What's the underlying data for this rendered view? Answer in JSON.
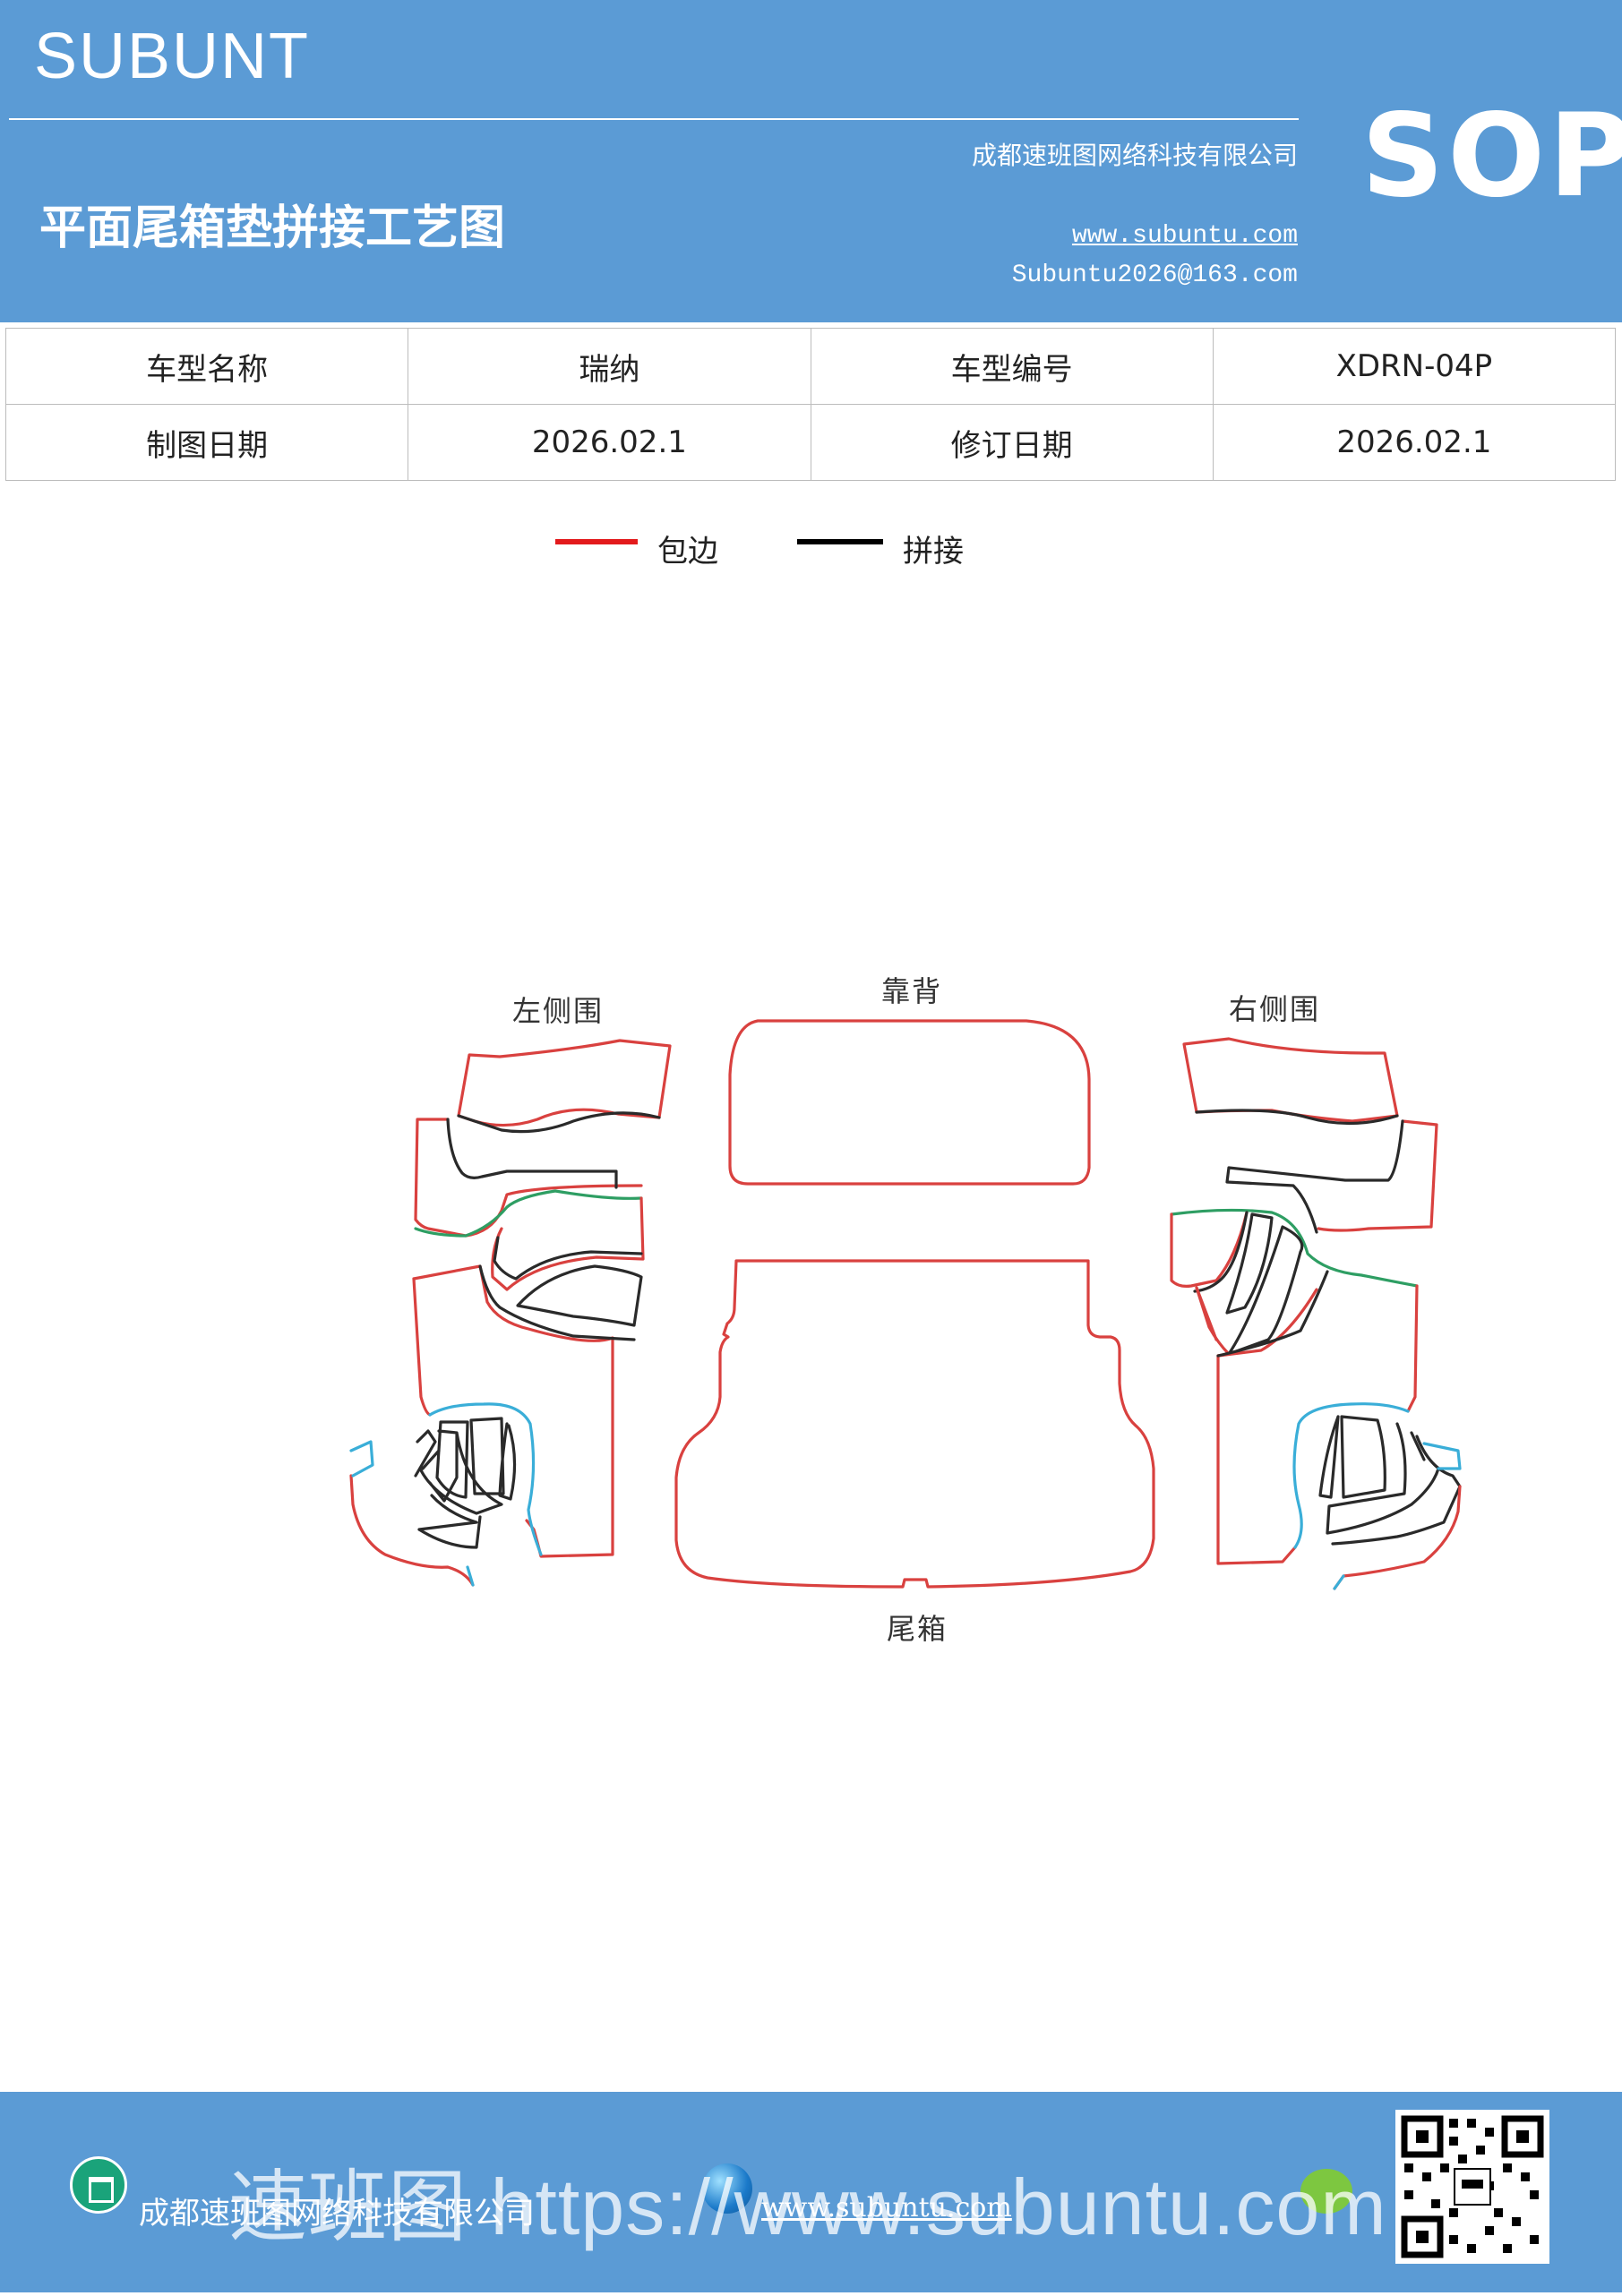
{
  "header": {
    "brand": "SUBUNT",
    "title": "平面尾箱垫拼接工艺图",
    "company": "成都速班图网络科技有限公司",
    "url": "www.subuntu.com",
    "email": "Subuntu2026@163.com",
    "sop": "SOP"
  },
  "info_table": {
    "rows": [
      [
        "车型名称",
        "瑞纳",
        "车型编号",
        "XDRN-04P"
      ],
      [
        "制图日期",
        "2026.02.1",
        "修订日期",
        "2026.02.1"
      ]
    ]
  },
  "legend": {
    "items": [
      {
        "label": "包边",
        "color": "#e31a1c"
      },
      {
        "label": "拼接",
        "color": "#000000"
      }
    ]
  },
  "diagram": {
    "labels": {
      "left_side": "左侧围",
      "back": "靠背",
      "right_side": "右侧围",
      "trunk": "尾箱"
    },
    "colors": {
      "edge": "#d9413f",
      "seam": "#2a2a2a",
      "green": "#2e9e63",
      "blue": "#3aaed8"
    }
  },
  "footer": {
    "company": "成都速班图网络科技有限公司",
    "url": "www.subuntu.com",
    "watermark": "速班图 https://www.subuntu.com",
    "qr_icon": "qr-code-icon"
  }
}
